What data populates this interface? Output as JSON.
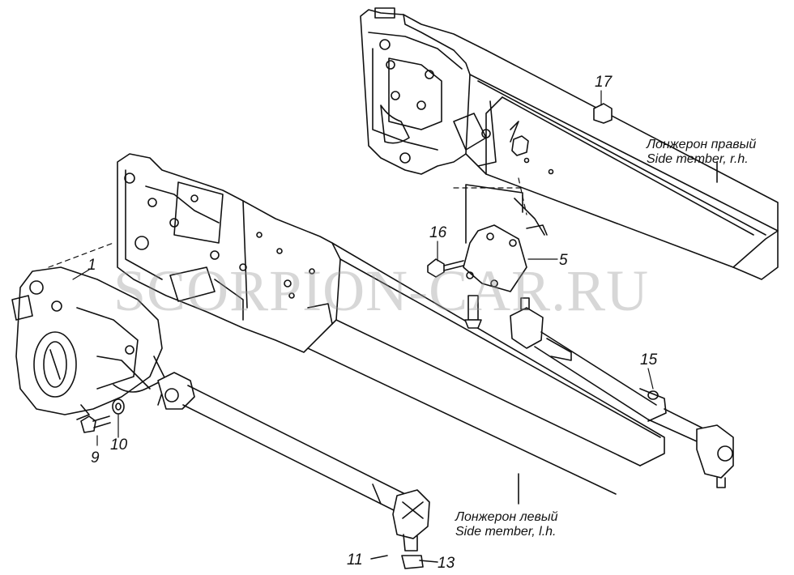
{
  "parts": [
    {
      "id": "label-1",
      "text": "1"
    },
    {
      "id": "label-5",
      "text": "5"
    },
    {
      "id": "label-9",
      "text": "9"
    },
    {
      "id": "label-10",
      "text": "10"
    },
    {
      "id": "label-11",
      "text": "11"
    },
    {
      "id": "label-13",
      "text": "13"
    },
    {
      "id": "label-15",
      "text": "15"
    },
    {
      "id": "label-16",
      "text": "16"
    },
    {
      "id": "label-17",
      "text": "17"
    }
  ],
  "captions": {
    "right_member_ru": "Лонжерон правый",
    "right_member_en": "Side member, r.h.",
    "left_member_ru": "Лонжерон левый",
    "left_member_en": "Side member, l.h."
  },
  "watermark": "SCORPION-CAR.RU",
  "colors": {
    "line": "#111111",
    "paper": "#ffffff",
    "watermark": "#969696"
  }
}
